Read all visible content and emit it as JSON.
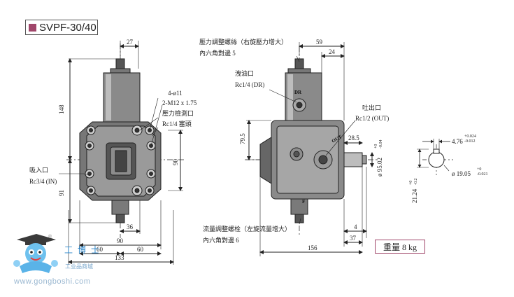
{
  "title": "SVPF-30/40",
  "accent_color": "#a0466a",
  "weight_label": "重量 8 kg",
  "logo": {
    "brand_cn": "工博士",
    "subtitle": "工业品商城",
    "url": "www.gongboshi.com",
    "registered": "®"
  },
  "labels": {
    "pressure_adjust": "壓力調整螺絲（右旋壓力增大）",
    "pressure_hex": "內六角對邊 5",
    "drain": "洩油口",
    "drain_size": "Rc1/4 (DR)",
    "holes": "4-ø11",
    "thread": "2-M12 x 1.75",
    "pressure_check": "壓力檢測口",
    "pressure_check_size": "Rc1/4 塞頭",
    "suction": "吸入口",
    "suction_size": "Rc3/4 (IN)",
    "discharge": "吐出口",
    "discharge_size": "Rc1/2 (OUT)",
    "flow_adjust": "流量調整螺栓（左旋流量增大）",
    "flow_hex": "內六角對邊 6",
    "dr_mark": "DR",
    "out_mark": "OUT",
    "f_mark": "F"
  },
  "dims": {
    "d27": "27",
    "d59": "59",
    "d24": "24",
    "d148": "148",
    "d795": "79.5",
    "d90v": "90",
    "d91": "91",
    "d285": "28.5",
    "d36": "36",
    "d90h": "90",
    "d60a": "60",
    "d60b": "60",
    "d133": "133",
    "d4": "4",
    "d37": "37",
    "d156": "156",
    "shaft_dia": "ø 95.02",
    "shaft_tol_up": "+0",
    "shaft_tol_lo": "-0.04",
    "key_w": "4.76",
    "key_tol_up": "+0.024",
    "key_tol_lo": "-0.012",
    "shaft_d": "ø 19.05",
    "shaft_d_up": "+0",
    "shaft_d_lo": "-0.021",
    "key_h": "21.24",
    "key_h_up": "+0",
    "key_h_lo": "-0.2"
  }
}
